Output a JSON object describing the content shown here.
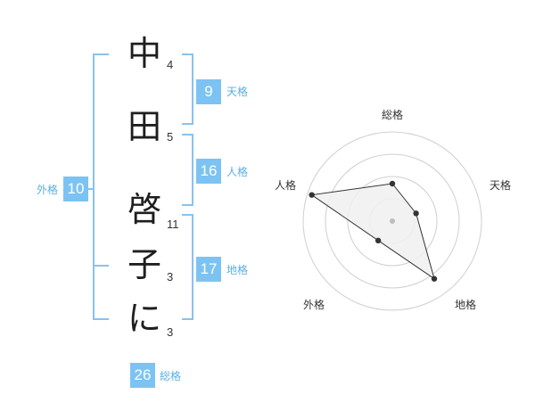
{
  "name": {
    "chars": [
      {
        "char": "中",
        "strokes": "4"
      },
      {
        "char": "田",
        "strokes": "5"
      },
      {
        "char": "啓",
        "strokes": "11"
      },
      {
        "char": "子",
        "strokes": "3"
      },
      {
        "char": "に",
        "strokes": "3"
      }
    ]
  },
  "kaku": {
    "tenkaku": {
      "label": "天格",
      "value": "9"
    },
    "jinkaku": {
      "label": "人格",
      "value": "16"
    },
    "chikaku": {
      "label": "地格",
      "value": "17"
    },
    "gaikaku": {
      "label": "外格",
      "value": "10"
    },
    "soukaku": {
      "label": "総格",
      "value": "26"
    }
  },
  "chart_data": {
    "type": "radar",
    "axes": [
      "総格",
      "天格",
      "地格",
      "外格",
      "人格"
    ],
    "values": [
      0.42,
      0.28,
      0.8,
      0.27,
      0.95
    ],
    "rings": 4,
    "colors": {
      "ring": "#cfcfcf",
      "fill": "#f0f0f0",
      "line": "#333333",
      "point": "#333333",
      "center": "#bdbdbd"
    }
  },
  "colors": {
    "accent": "#7cc3f3",
    "bracket": "#89c2ee",
    "label": "#5aaee8"
  }
}
